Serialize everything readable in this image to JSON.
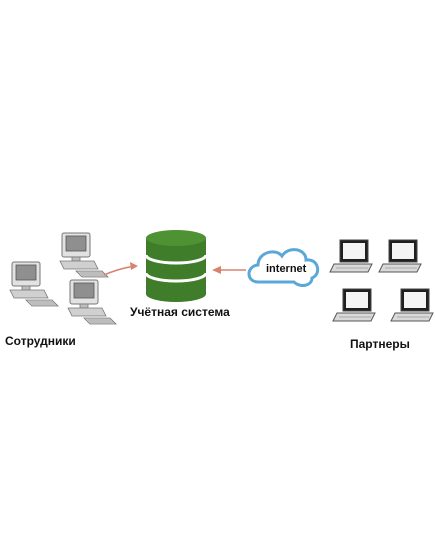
{
  "labels": {
    "system": "Учётная система",
    "employees": "Сотрудники",
    "partners": "Партнеры",
    "internet": "internet"
  },
  "colors": {
    "database": "#3f7d2a",
    "database_stripe": "#ffffff",
    "arrow": "#d9826e",
    "cloud_outline": "#5aa8d8",
    "device": "#d6d6d6",
    "screen": "#9a9a9a"
  },
  "icons": {
    "database": "database-icon",
    "cloud": "cloud-icon",
    "desktop": "desktop-computer-icon",
    "laptop": "laptop-icon"
  }
}
